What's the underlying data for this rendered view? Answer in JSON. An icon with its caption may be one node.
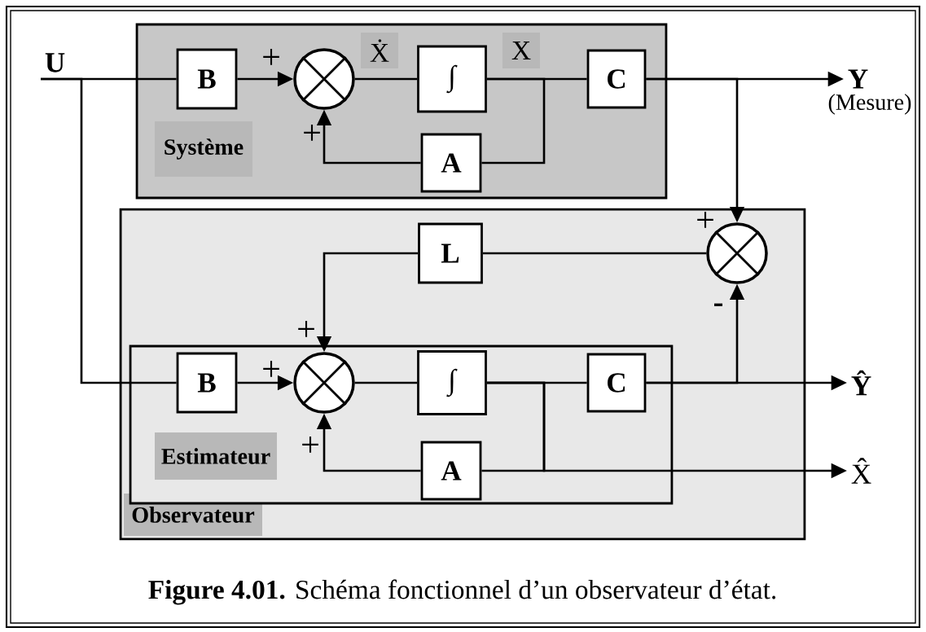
{
  "diagram": {
    "caption": "**Figure 4.01.** Schéma fonctionnel d’un observateur d’état.",
    "nodes": [
      {
        "text": [
          "U"
        ]
      },
      {
        "text": [
          "Système"
        ]
      },
      {
        "text": [
          "B"
        ],
        "in": 1
      },
      {
        "text": [],
        "shape": "circle",
        "in": 1
      },
      {
        "text": [
          "∫"
        ],
        "in": 1
      },
      {
        "text": [
          "C"
        ],
        "in": 1
      },
      {
        "text": [
          "A"
        ],
        "in": 1
      },
      {
        "text": [
          "Y"
        ],
        "beside": [
          "(Mesure)"
        ]
      },
      {
        "text": [
          "Observateur"
        ]
      },
      {
        "text": [
          "L"
        ],
        "in": 8
      },
      {
        "text": [],
        "shape": "circle",
        "in": 8
      },
      {
        "text": [
          "Estimateur"
        ],
        "in": 8
      },
      {
        "text": [
          "B"
        ],
        "in": 11
      },
      {
        "text": [],
        "shape": "circle",
        "in": 11
      },
      {
        "text": [
          "∫"
        ],
        "in": 11
      },
      {
        "text": [
          "C"
        ],
        "in": 11
      },
      {
        "text": [
          "A"
        ],
        "in": 11
      },
      {
        "text": [
          "Ŷ"
        ]
      },
      {
        "text": [
          "X̂"
        ]
      }
    ],
    "edges": [
      {
        "from": 0,
        "to": 2,
        "arrow": "none"
      },
      {
        "from": 0,
        "to": 12,
        "arrow": "none"
      },
      {
        "from": 2,
        "to": 3,
        "arrow": "to"
      },
      {
        "from": 3,
        "to": 4,
        "arrow": "none"
      },
      {
        "from": 4,
        "to": 5,
        "arrow": "none"
      },
      {
        "from": 4,
        "to": 6,
        "arrow": "none"
      },
      {
        "from": 6,
        "to": 3,
        "arrow": "to"
      },
      {
        "from": 5,
        "to": 7,
        "arrow": "to"
      },
      {
        "from": 5,
        "to": 10,
        "arrow": "to"
      },
      {
        "from": 10,
        "to": 9,
        "arrow": "none"
      },
      {
        "from": 9,
        "to": 13,
        "arrow": "to"
      },
      {
        "from": 12,
        "to": 13,
        "arrow": "to"
      },
      {
        "from": 13,
        "to": 14,
        "arrow": "none"
      },
      {
        "from": 14,
        "to": 15,
        "arrow": "none"
      },
      {
        "from": 14,
        "to": 16,
        "arrow": "none"
      },
      {
        "from": 14,
        "to": 18,
        "arrow": "to"
      },
      {
        "from": 16,
        "to": 13,
        "arrow": "to"
      },
      {
        "from": 15,
        "to": 17,
        "arrow": "to"
      },
      {
        "from": 15,
        "to": 10,
        "arrow": "to"
      }
    ],
    "labels": [
      "Ẋ",
      "X",
      "+",
      "+",
      "+",
      "-",
      "+",
      "+",
      "+"
    ]
  }
}
